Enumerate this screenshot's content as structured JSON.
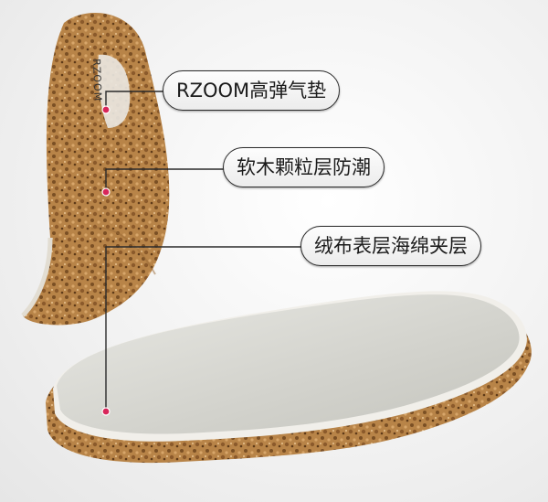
{
  "callouts": [
    {
      "label": "RZOOM高弹气垫"
    },
    {
      "label": "软木颗粒层防潮"
    },
    {
      "label": "绒布表层海绵夹层"
    }
  ],
  "heel_logo": "RZOOM",
  "colors": {
    "cork": "#b88448",
    "cork_dark": "#7a4f24",
    "fabric": "#dcdcd6",
    "accent_dot": "#d8265a",
    "line": "#2a2a2a"
  }
}
